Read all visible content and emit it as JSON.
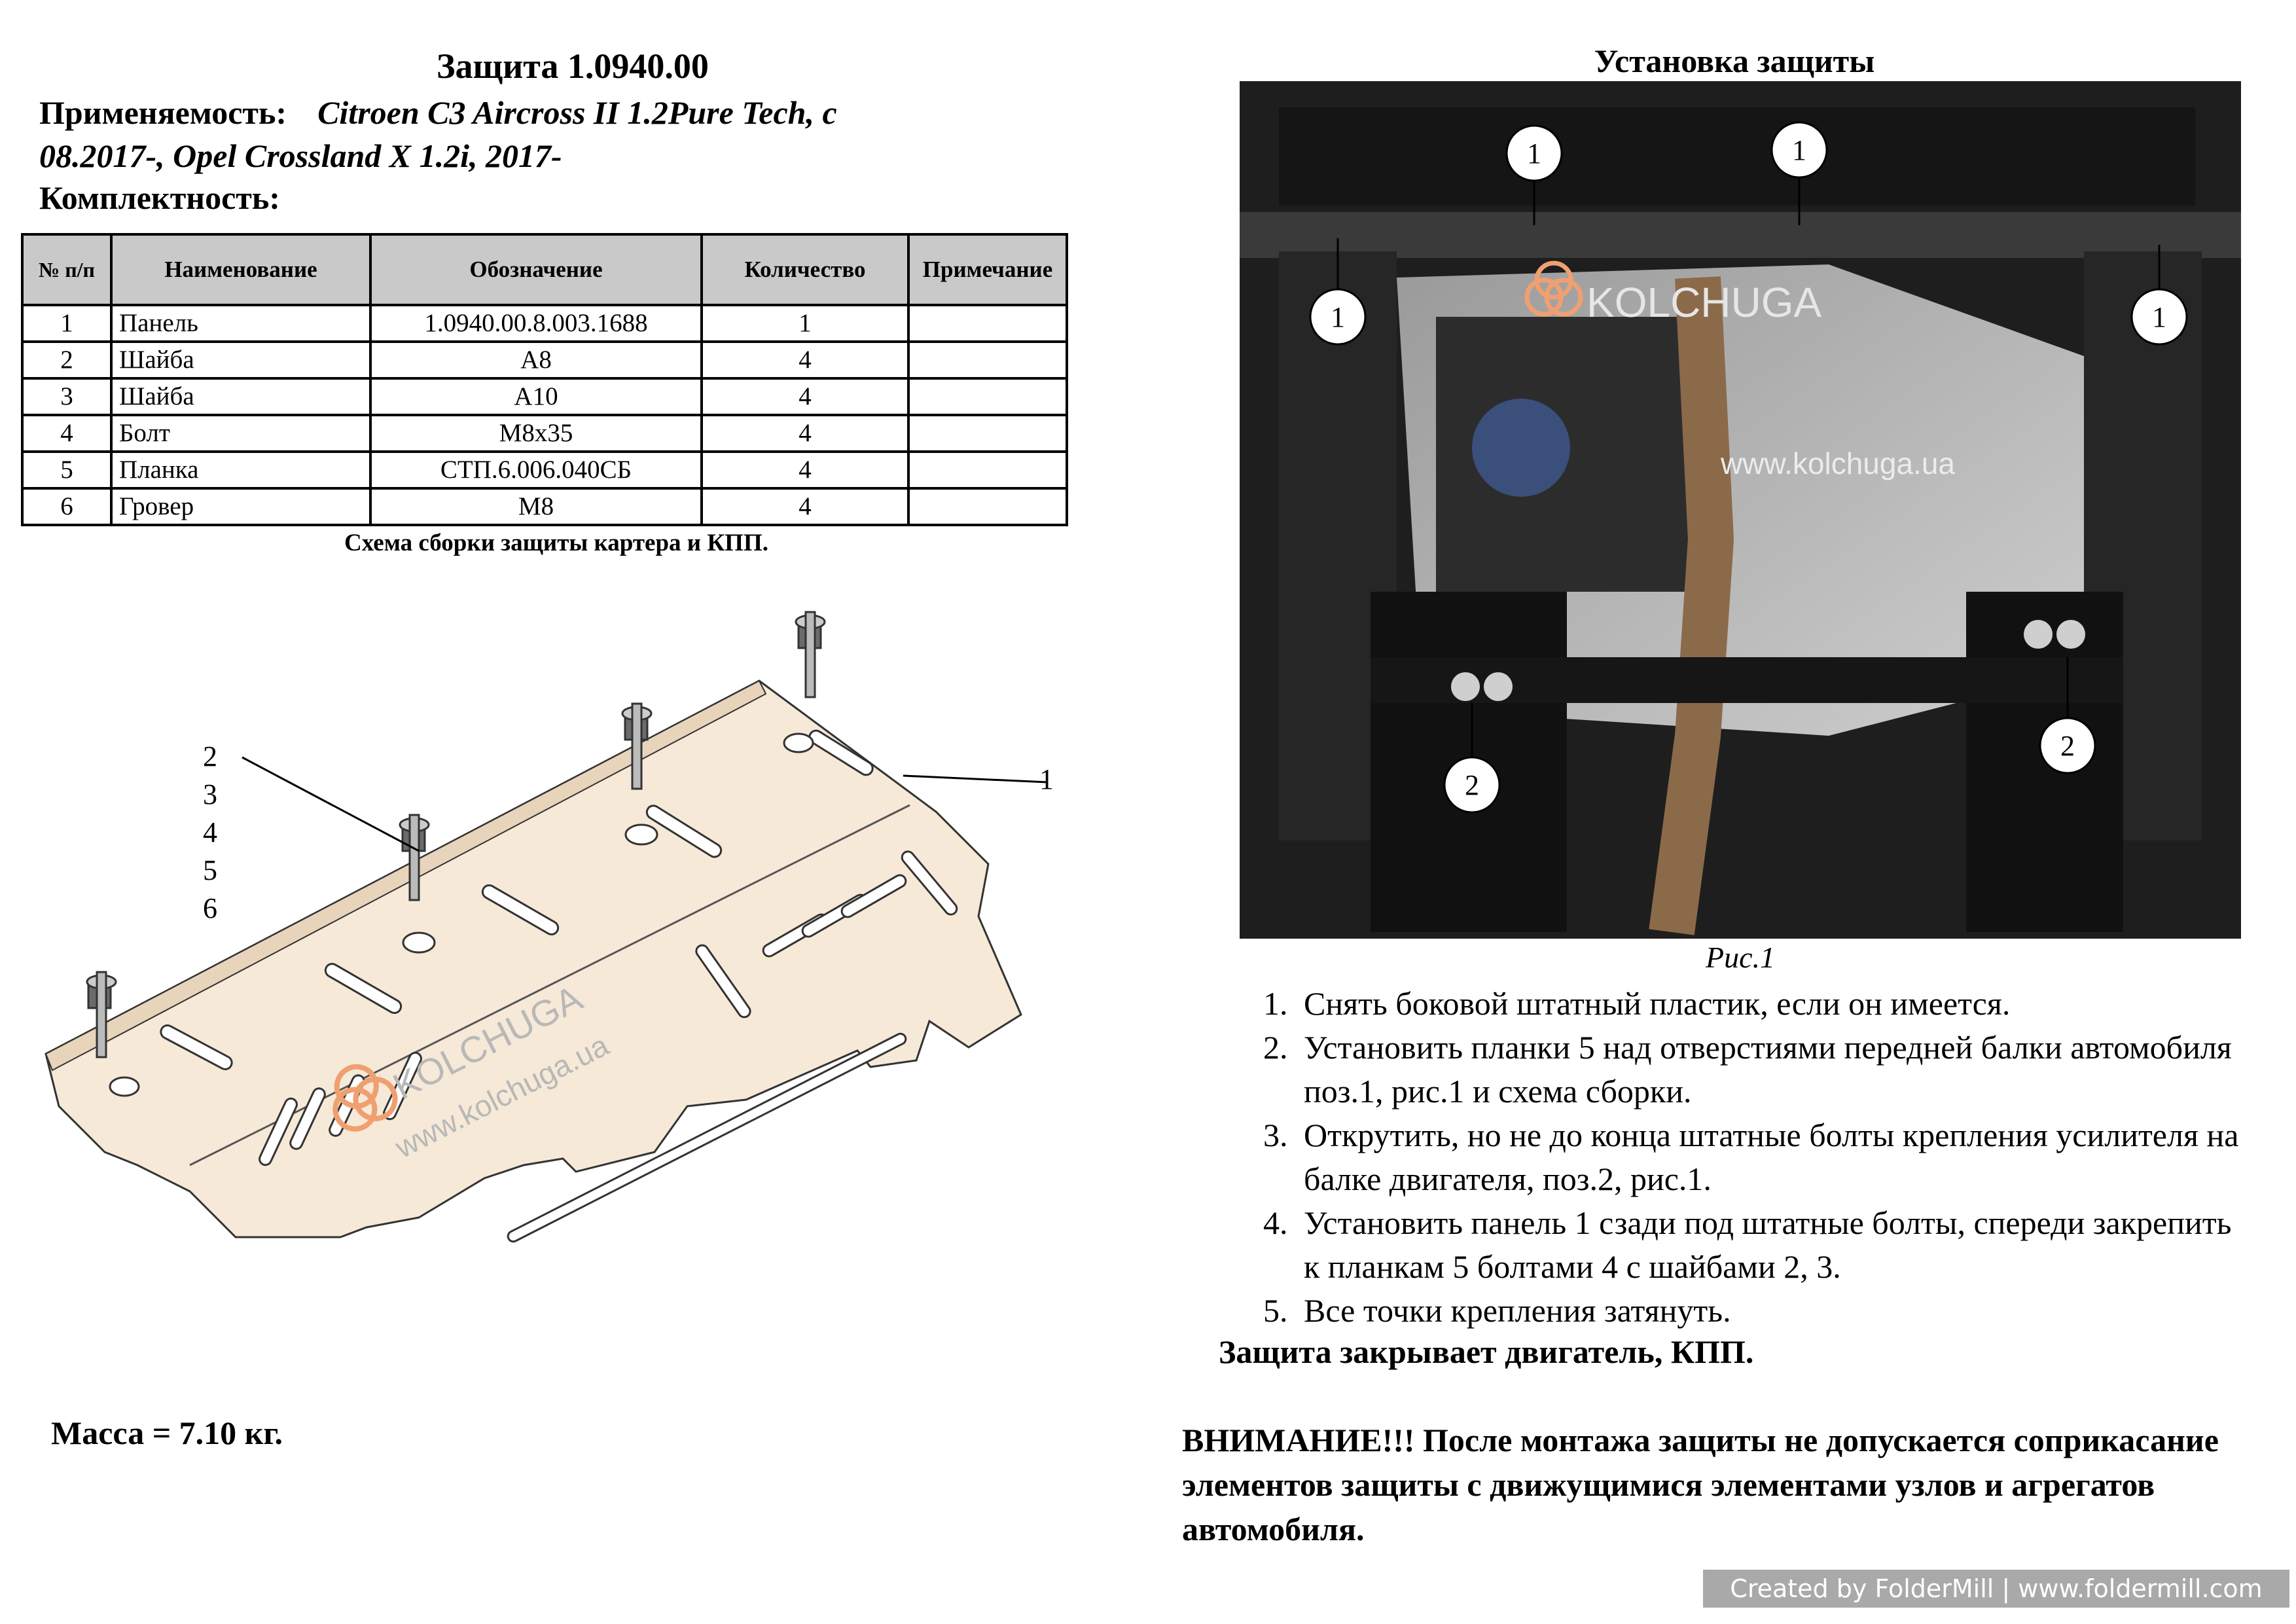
{
  "header": {
    "title": "Защита 1.0940.00",
    "applicability_label": "Применяемость:",
    "applicability_line1": "Citroen C3 Aircross II 1.2Pure Tech, с",
    "applicability_line2": "08.2017-,  Opel Crossland X 1.2i, 2017-",
    "kit_label": "Комплектность:"
  },
  "table": {
    "headers": [
      "№ п/п",
      "Наименование",
      "Обозначение",
      "Количество",
      "Примечание"
    ],
    "rows": [
      [
        "1",
        "Панель",
        "1.0940.00.8.003.1688",
        "1",
        ""
      ],
      [
        "2",
        "Шайба",
        "А8",
        "4",
        ""
      ],
      [
        "3",
        "Шайба",
        "А10",
        "4",
        ""
      ],
      [
        "4",
        "Болт",
        "М8х35",
        "4",
        ""
      ],
      [
        "5",
        "Планка",
        "СТП.6.006.040СБ",
        "4",
        ""
      ],
      [
        "6",
        "Гровер",
        "М8",
        "4",
        ""
      ]
    ]
  },
  "schema": {
    "caption": "Схема сборки защиты картера и КПП.",
    "callouts_left": [
      "2",
      "3",
      "4",
      "5",
      "6"
    ],
    "callout_right": "1",
    "logo": "KOLCHUGA",
    "url": "www.kolchuga.ua"
  },
  "mass": "Масса = 7.10 кг.",
  "install": {
    "title": "Установка защиты",
    "photo_markers": [
      "1",
      "1",
      "1",
      "1",
      "2",
      "2"
    ],
    "photo_logo": "KOLCHUGA",
    "photo_url": "www.kolchuga.ua",
    "caption": "Рис.1",
    "steps": [
      {
        "n": "1.",
        "text": "Снять боковой штатный пластик, если он имеется."
      },
      {
        "n": "2.",
        "text": "Установить планки 5 над отверстиями передней балки автомобиля поз.1, рис.1 и схема сборки."
      },
      {
        "n": "3.",
        "text": "Открутить, но не до конца штатные болты крепления усилителя на балке двигателя, поз.2, рис.1."
      },
      {
        "n": "4.",
        "text": "Установить панель 1 сзади под штатные болты, спереди закрепить к планкам 5 болтами 4 с шайбами 2, 3."
      },
      {
        "n": "5.",
        "text": "Все точки крепления затянуть."
      }
    ],
    "closes": "Защита закрывает двигатель, КПП.",
    "warning": "ВНИМАНИЕ!!! После монтажа защиты не допускается соприкасание элементов защиты с движущимися элементами узлов и агрегатов автомобиля."
  },
  "footer": "Created by FolderMill | www.foldermill.com",
  "colors": {
    "plate_fill": "#f6e9d7",
    "logo_orange": "#f0a070",
    "table_header": "#c9c9c9"
  }
}
